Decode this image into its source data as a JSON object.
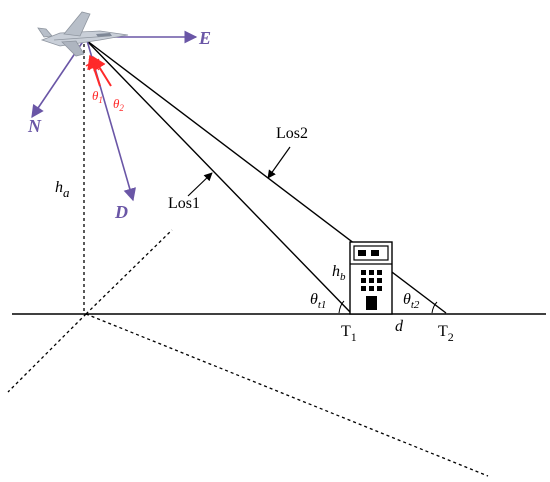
{
  "labels": {
    "east": "E",
    "north": "N",
    "down": "D",
    "altitude_h": "h",
    "altitude_sub": "a",
    "building_h": "h",
    "building_sub": "b",
    "los1": "Los1",
    "los2": "Los2",
    "theta1": "θ",
    "theta1_sub": "1",
    "theta2": "θ",
    "theta2_sub": "2",
    "theta_t1": "θ",
    "theta_t1_sub": "t1",
    "theta_t2": "θ",
    "theta_t2_sub": "t2",
    "distance": "d",
    "target1": "T",
    "target1_sub": "1",
    "target2": "T",
    "target2_sub": "2"
  },
  "colors": {
    "axis": "#6a56a6",
    "angle": "#ff2a2a",
    "line": "#000000"
  },
  "icons": {
    "aircraft": "aircraft-icon",
    "building": "building-icon"
  }
}
